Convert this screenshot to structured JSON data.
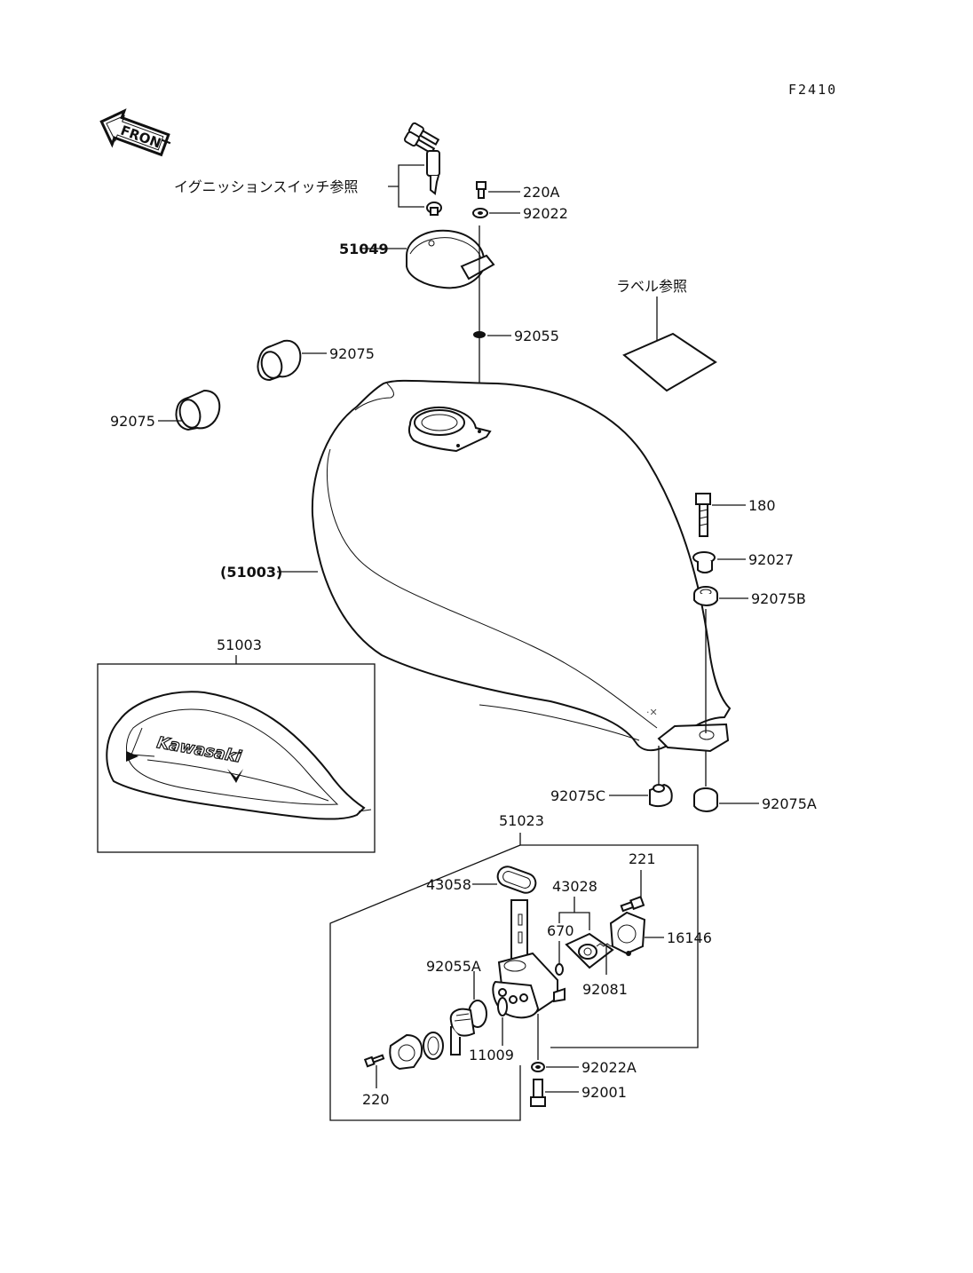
{
  "diagram_code": "F2410",
  "front_marker": "FRONT",
  "notes": {
    "ignition_ref": "イグニッションスイッチ参照",
    "label_ref": "ラベル参照"
  },
  "brand_decal": "Kawasaki",
  "callouts": {
    "p220A": "220A",
    "p92022": "92022",
    "p51049": "51049",
    "p92055": "92055",
    "p92075_upper": "92075",
    "p92075_lower": "92075",
    "p51003_tank": "(51003)",
    "p51003_inset": "51003",
    "p180": "180",
    "p92027": "92027",
    "p92075B": "92075B",
    "p92075C": "92075C",
    "p92075A": "92075A",
    "p51023": "51023",
    "p221": "221",
    "p43058": "43058",
    "p43028": "43028",
    "p670": "670",
    "p16146": "16146",
    "p92055A": "92055A",
    "p92081": "92081",
    "p11009": "11009",
    "p92022A": "92022A",
    "p92001": "92001",
    "p220": "220"
  }
}
